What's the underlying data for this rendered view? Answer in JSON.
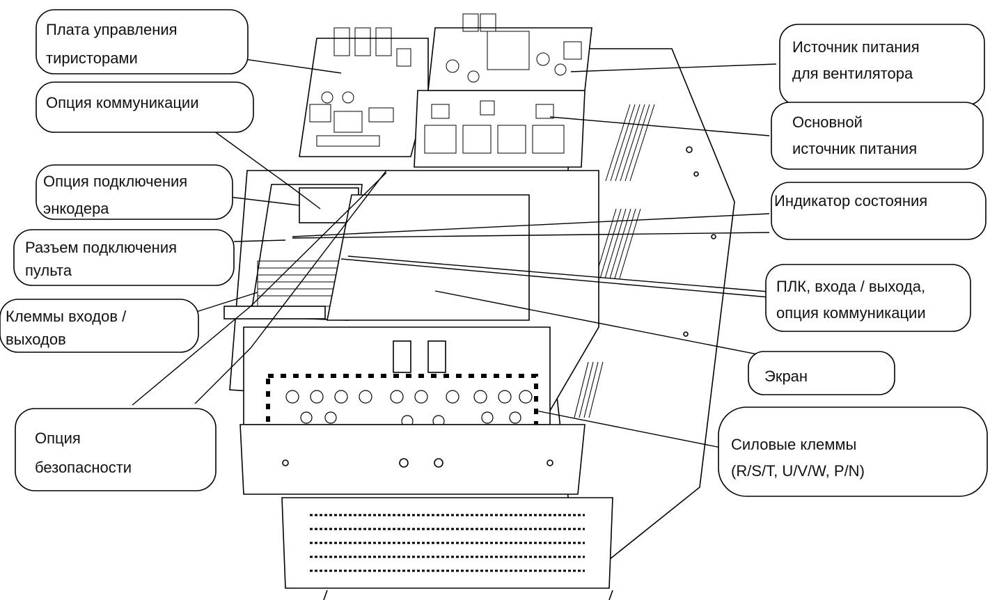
{
  "diagram": {
    "callouts": [
      {
        "id": "thyristor-board",
        "lines": [
          "Плата управления",
          "тиристорами"
        ]
      },
      {
        "id": "fan-power",
        "lines": [
          "Источник питания",
          "для вентилятора"
        ]
      },
      {
        "id": "comm-option-top",
        "lines": [
          "Опция коммуникации"
        ]
      },
      {
        "id": "main-power",
        "lines": [
          "Основной",
          "источник питания"
        ]
      },
      {
        "id": "encoder-option",
        "lines": [
          "Опция подключения",
          "энкодера"
        ]
      },
      {
        "id": "status-indicator",
        "lines": [
          "Индикатор состояния"
        ]
      },
      {
        "id": "keypad-connector",
        "lines": [
          "Разъем подключения",
          "пульта"
        ]
      },
      {
        "id": "plc-io",
        "lines": [
          "ПЛК, входа / выхода,",
          "опция коммуникации"
        ]
      },
      {
        "id": "io-terminals",
        "lines": [
          "Клеммы входов /",
          "выходов"
        ]
      },
      {
        "id": "screen",
        "lines": [
          "Экран"
        ]
      },
      {
        "id": "safety-option",
        "lines": [
          "Опция",
          "безопасности"
        ]
      },
      {
        "id": "power-terminals",
        "lines": [
          "Силовые клеммы",
          "(R/S/T, U/V/W, P/N)"
        ]
      }
    ],
    "colors": {
      "line": "#000000",
      "background": "#ffffff",
      "text": "#111111"
    }
  }
}
